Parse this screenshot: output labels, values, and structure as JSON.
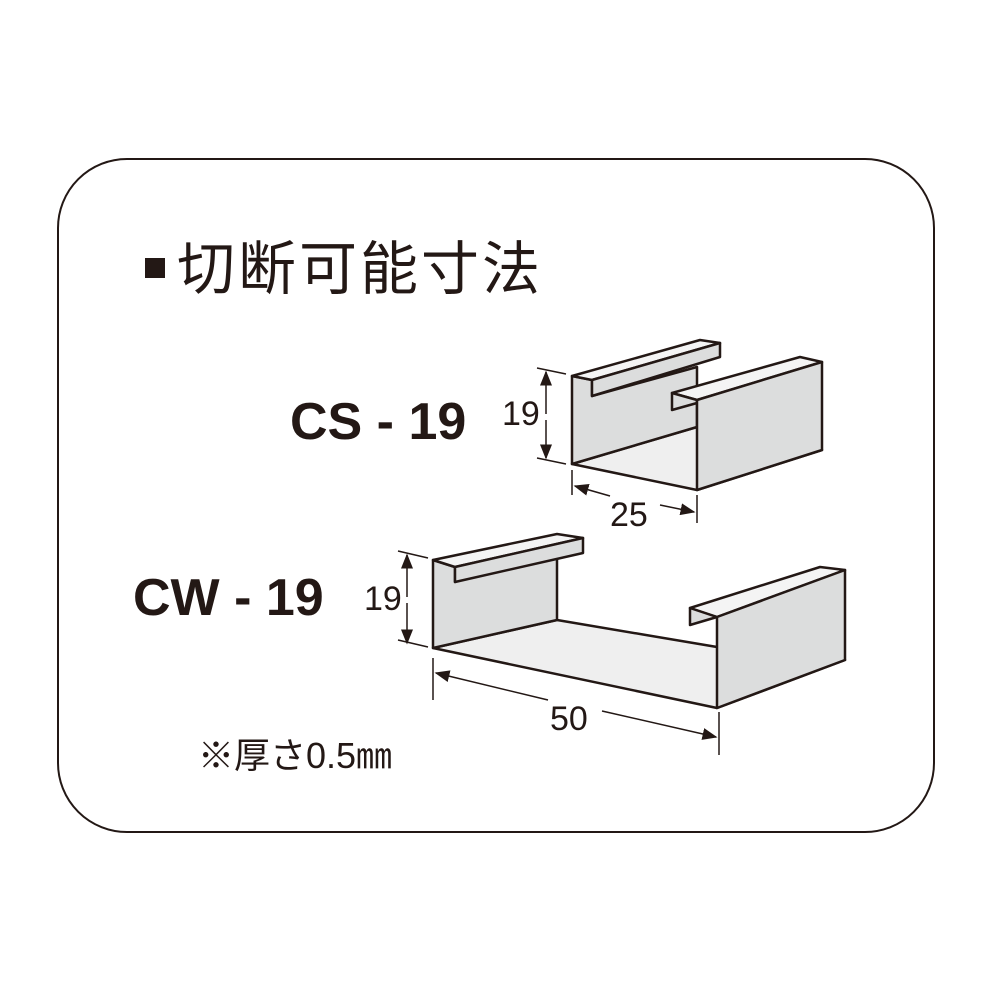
{
  "title": "切断可能寸法",
  "products": [
    {
      "model": "CS - 19",
      "height": "19",
      "width": "25"
    },
    {
      "model": "CW - 19",
      "height": "19",
      "width": "50"
    }
  ],
  "note": "※厚さ0.5㎜",
  "colors": {
    "line": "#231815",
    "face": "#dcdddd",
    "floor": "#efefef"
  }
}
